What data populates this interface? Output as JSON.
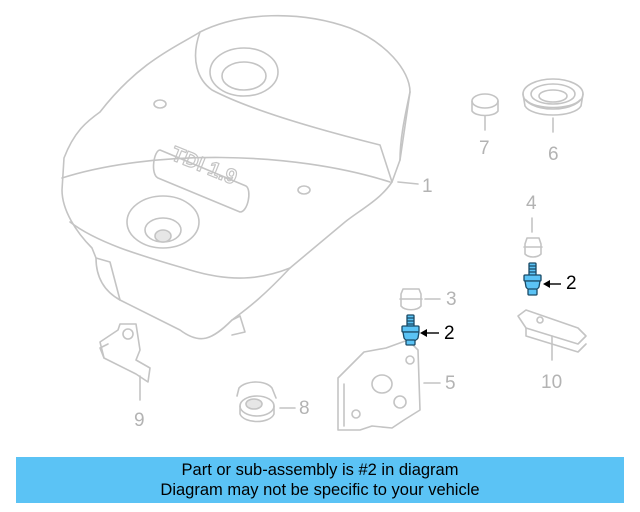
{
  "diagram": {
    "engine_cover_emblem": "TDI 1.9",
    "callouts": {
      "c1": "1",
      "c2a": "2",
      "c2b": "2",
      "c3": "3",
      "c4": "4",
      "c5": "5",
      "c6": "6",
      "c7": "7",
      "c8": "8",
      "c9": "9",
      "c10": "10"
    },
    "highlighted_part": "2",
    "colors": {
      "line_gray": "#c4c4c4",
      "highlight_blue": "#5bc3f5",
      "highlight_outline": "#1a4a66"
    }
  },
  "banner": {
    "line1": "Part or sub-assembly is #2 in diagram",
    "line2": "Diagram may not be specific to your vehicle",
    "background": "#5bc3f5"
  }
}
